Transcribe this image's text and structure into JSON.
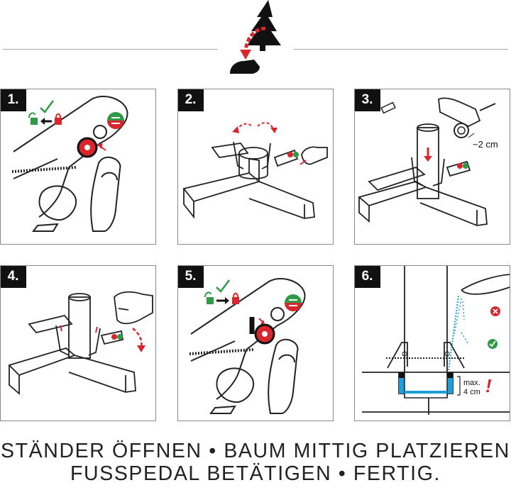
{
  "steps": [
    {
      "number": "1."
    },
    {
      "number": "2."
    },
    {
      "number": "3."
    },
    {
      "number": "4."
    },
    {
      "number": "5."
    },
    {
      "number": "6."
    }
  ],
  "annotations": {
    "step3_offset": "~2 cm",
    "step6_max": "max.",
    "step6_depth": "4 cm",
    "step6_exclaim": "!"
  },
  "caption": {
    "line1": "STÄNDER ÖFFNEN • BAUM MITTIG PLATZIEREN",
    "line2": "FUSSPEDAL BETÄTIGEN • FERTIG."
  },
  "colors": {
    "accent_red": "#d8262c",
    "accent_green": "#2e9a46",
    "water_blue": "#1e9fd8",
    "line": "#222222"
  },
  "icons": [
    "tree-icon",
    "foot-pedal-icon",
    "check-icon",
    "cross-icon",
    "lock-open-icon",
    "lock-closed-icon"
  ]
}
